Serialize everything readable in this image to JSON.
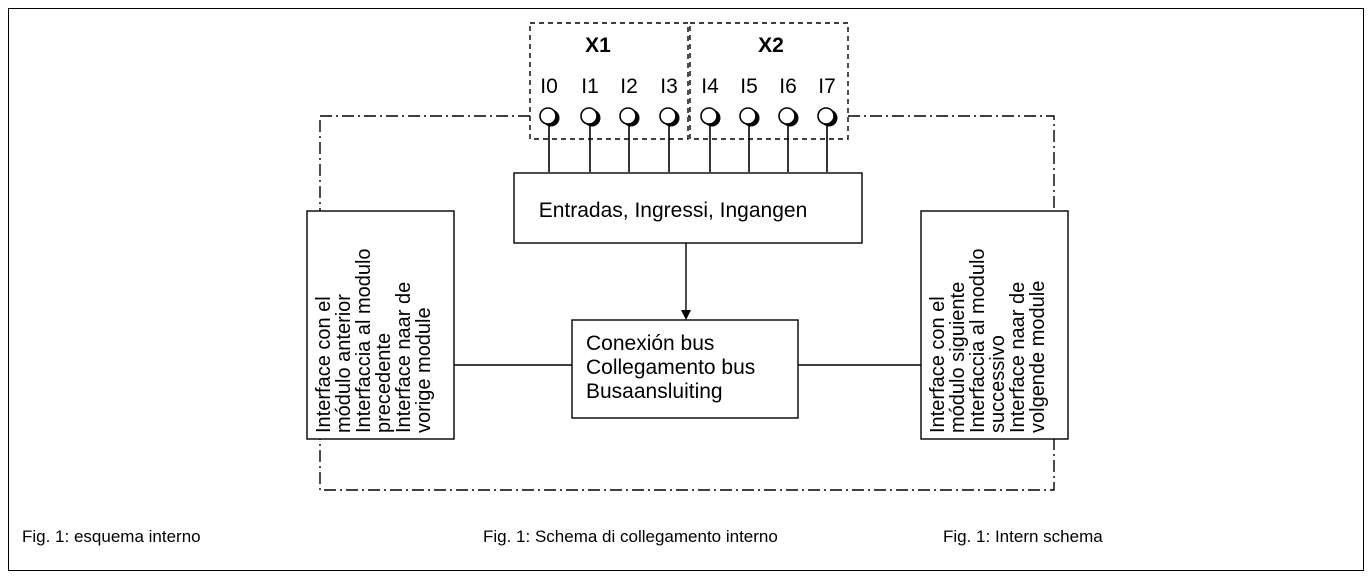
{
  "connectors": [
    {
      "id": "X1",
      "label": "X1",
      "pins": [
        "I0",
        "I1",
        "I2",
        "I3"
      ]
    },
    {
      "id": "X2",
      "label": "X2",
      "pins": [
        "I4",
        "I5",
        "I6",
        "I7"
      ]
    }
  ],
  "inputs_block": {
    "label": "Entradas, Ingressi, Ingangen"
  },
  "bus_block": {
    "lines": [
      "Conexión bus",
      "Collegamento bus",
      "Busaansluiting"
    ]
  },
  "left_interface": {
    "lines": [
      "Interface con el",
      "módulo anterior",
      "Interfaccia al modulo",
      "precedente",
      "Interface naar de",
      "vorige module"
    ]
  },
  "right_interface": {
    "lines": [
      "Interface con el",
      "módulo siguiente",
      "Interfaccia al modulo",
      "successivo",
      "Interface naar de",
      "volgende module"
    ]
  },
  "captions": {
    "es": "Fig. 1: esquema interno",
    "it": "Fig. 1: Schema di collegamento interno",
    "nl": "Fig. 1: Intern schema"
  }
}
